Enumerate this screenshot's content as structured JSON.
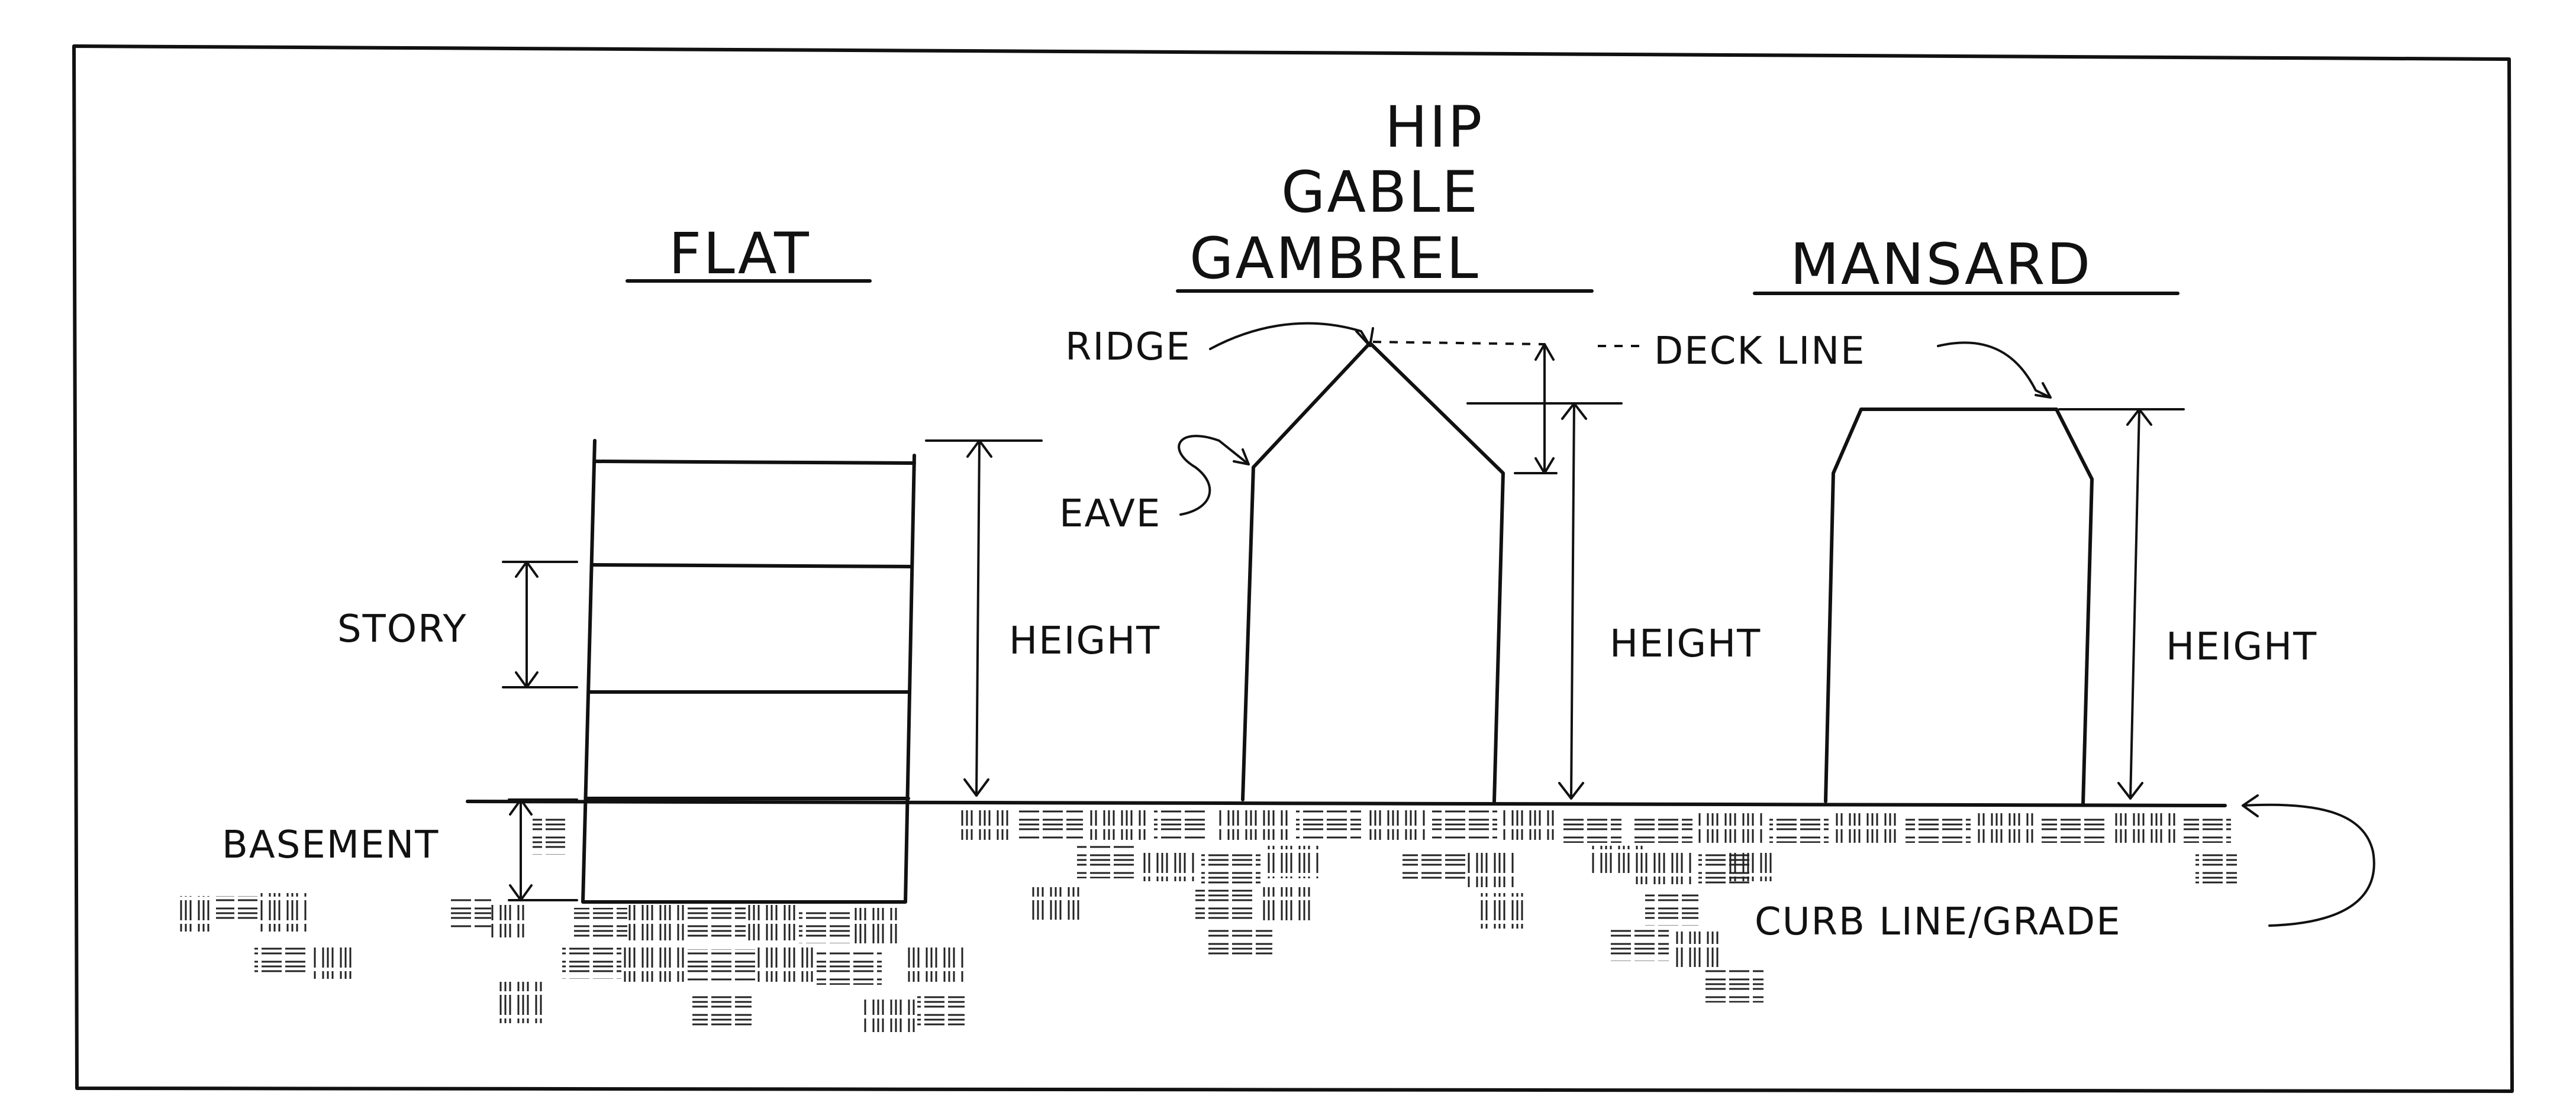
{
  "diagram": {
    "titles": {
      "flat": "FLAT",
      "hip": "HIP",
      "gable": "GABLE",
      "gambrel": "GAMBREL",
      "mansard": "MANSARD"
    },
    "labels": {
      "ridge": "RIDGE",
      "eave": "EAVE",
      "deck_line": "DECK LINE",
      "story": "STORY",
      "basement": "BASEMENT",
      "height": "HEIGHT",
      "curb_line": "CURB LINE/GRADE"
    }
  }
}
